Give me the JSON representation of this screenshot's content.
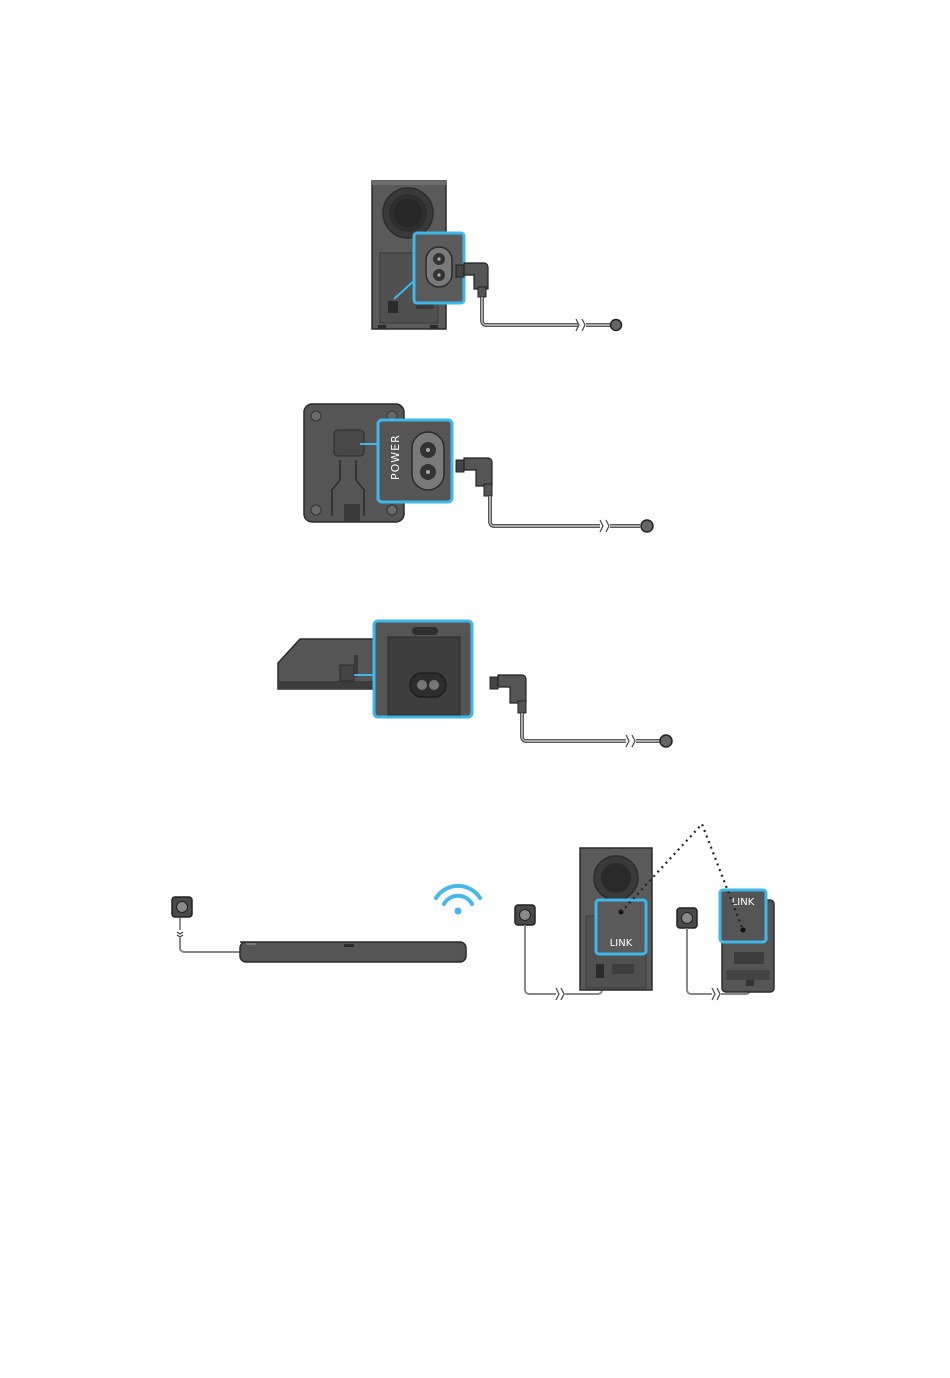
{
  "colors": {
    "body_dark": "#4a4a4a",
    "body_mid": "#5c5c5c",
    "body_light": "#6d6d6d",
    "outline": "#2b2b2b",
    "highlight_blue": "#3fb7e8",
    "cable_grey": "#9b9b9b",
    "wifi_blue": "#45b8ea",
    "link_dots": "#222222"
  },
  "icons": {
    "plug": "right-angle-power-plug-icon",
    "outlet": "wall-outlet-icon",
    "wifi": "wifi-icon",
    "socket": "figure-8-ac-socket-icon"
  },
  "diagrams": {
    "subwoofer_power": {
      "zoom_label": ""
    },
    "rear_speaker_power": {
      "zoom_label": "POWER"
    },
    "soundbar_power": {
      "zoom_label": ""
    },
    "wireless_connection": {
      "subwoofer_link_label": "LINK",
      "rear_speaker_link_label": "LINK"
    }
  }
}
